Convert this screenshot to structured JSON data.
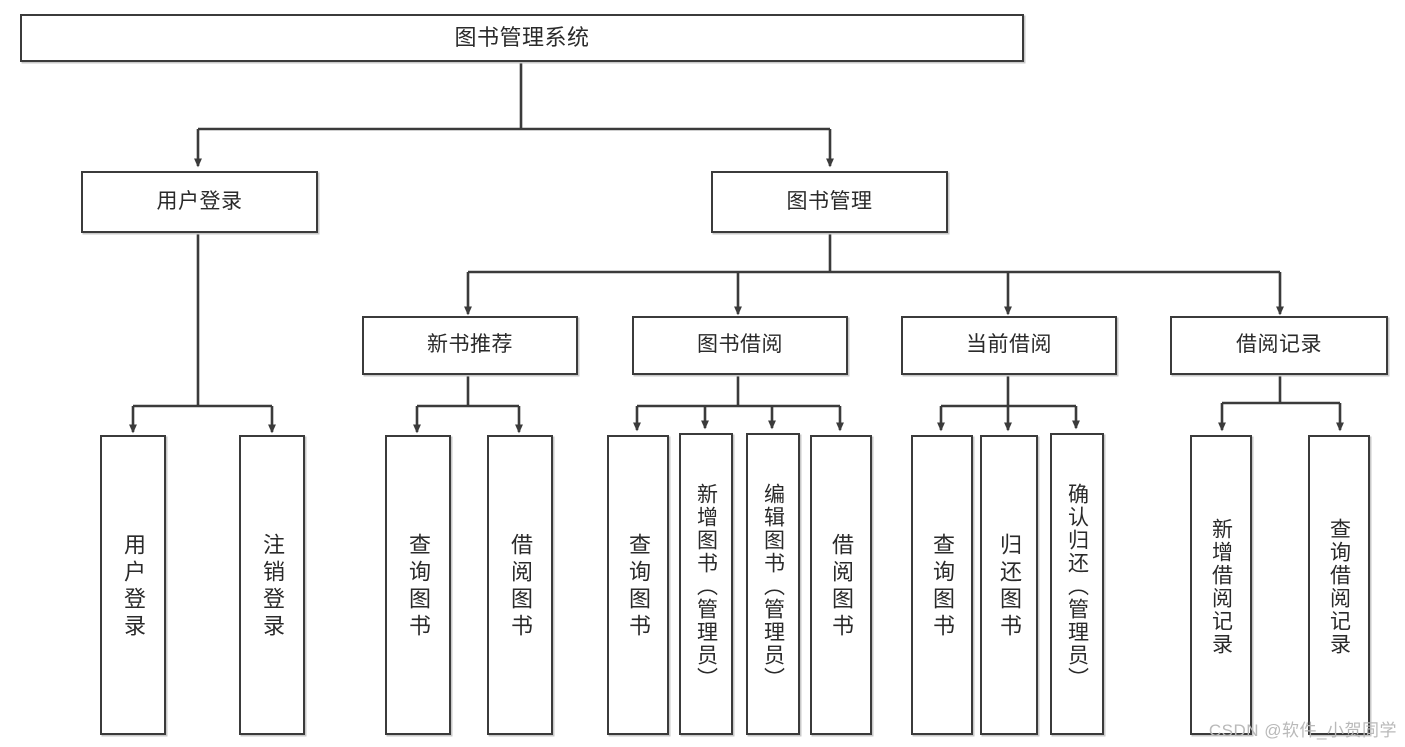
{
  "diagram": {
    "type": "tree",
    "title": "图书管理系统",
    "stroke_color": "#3b3b3b",
    "fill_color": "#ffffff",
    "text_color": "#2a2a2a",
    "nodes": {
      "root": {
        "label": "图书管理系统"
      },
      "login": {
        "label": "用户登录"
      },
      "book_mgmt": {
        "label": "图书管理"
      },
      "new_book_rec": {
        "label": "新书推荐"
      },
      "book_borrow": {
        "label": "图书借阅"
      },
      "current_borrow": {
        "label": "当前借阅"
      },
      "borrow_record": {
        "label": "借阅记录"
      },
      "leaf_user_login": {
        "label": "用户登录"
      },
      "leaf_logout": {
        "label": "注销登录"
      },
      "leaf_query_book_1": {
        "label": "查询图书"
      },
      "leaf_borrow_book_1": {
        "label": "借阅图书"
      },
      "leaf_query_book_2": {
        "label": "查询图书"
      },
      "leaf_add_book": {
        "label": "新增图书（管理员）"
      },
      "leaf_edit_book": {
        "label": "编辑图书（管理员）"
      },
      "leaf_borrow_book_2": {
        "label": "借阅图书"
      },
      "leaf_query_book_3": {
        "label": "查询图书"
      },
      "leaf_return_book": {
        "label": "归还图书"
      },
      "leaf_confirm_return": {
        "label": "确认归还（管理员）"
      },
      "leaf_add_record": {
        "label": "新增借阅记录"
      },
      "leaf_query_record": {
        "label": "查询借阅记录"
      }
    },
    "edges": [
      {
        "from": "root",
        "to": "login"
      },
      {
        "from": "root",
        "to": "book_mgmt"
      },
      {
        "from": "login",
        "to": "leaf_user_login"
      },
      {
        "from": "login",
        "to": "leaf_logout"
      },
      {
        "from": "book_mgmt",
        "to": "new_book_rec"
      },
      {
        "from": "book_mgmt",
        "to": "book_borrow"
      },
      {
        "from": "book_mgmt",
        "to": "current_borrow"
      },
      {
        "from": "book_mgmt",
        "to": "borrow_record"
      },
      {
        "from": "new_book_rec",
        "to": "leaf_query_book_1"
      },
      {
        "from": "new_book_rec",
        "to": "leaf_borrow_book_1"
      },
      {
        "from": "book_borrow",
        "to": "leaf_query_book_2"
      },
      {
        "from": "book_borrow",
        "to": "leaf_add_book"
      },
      {
        "from": "book_borrow",
        "to": "leaf_edit_book"
      },
      {
        "from": "book_borrow",
        "to": "leaf_borrow_book_2"
      },
      {
        "from": "current_borrow",
        "to": "leaf_query_book_3"
      },
      {
        "from": "current_borrow",
        "to": "leaf_return_book"
      },
      {
        "from": "current_borrow",
        "to": "leaf_confirm_return"
      },
      {
        "from": "borrow_record",
        "to": "leaf_add_record"
      },
      {
        "from": "borrow_record",
        "to": "leaf_query_record"
      }
    ]
  },
  "watermark": {
    "text": "CSDN @软件_小贺同学"
  }
}
